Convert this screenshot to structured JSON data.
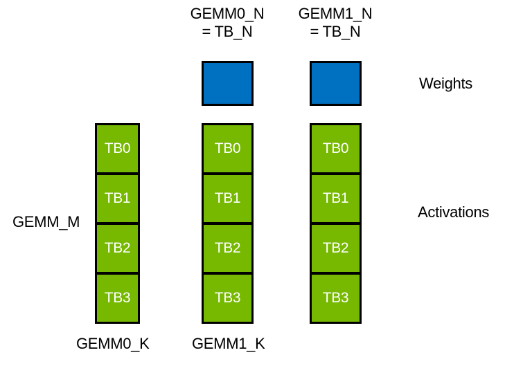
{
  "headers": [
    {
      "line1": "GEMM0_N",
      "line2": "= TB_N"
    },
    {
      "line1": "GEMM1_N",
      "line2": "= TB_N"
    }
  ],
  "tb_labels": [
    "TB0",
    "TB1",
    "TB2",
    "TB3"
  ],
  "labels": {
    "weights": "Weights",
    "activations": "Activations",
    "gemm_m": "GEMM_M",
    "gemm0_k": "GEMM0_K",
    "gemm1_k": "GEMM1_K"
  },
  "colors": {
    "weights_fill": "#0070C0",
    "activations_fill": "#76B900",
    "outline": "#000000",
    "tb_text": "#FFFFFF",
    "label_text": "#000000",
    "background": "#FFFFFF"
  }
}
